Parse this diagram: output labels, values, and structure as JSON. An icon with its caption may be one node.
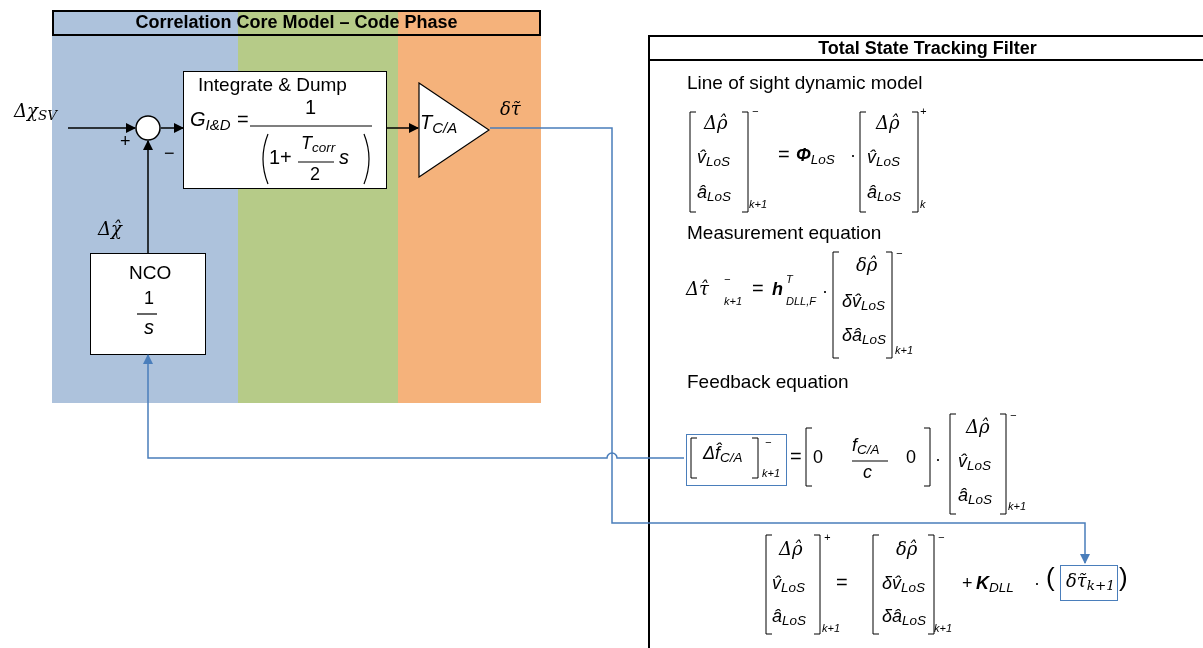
{
  "diagram": {
    "nodes": [
      {
        "text": [
          "Correlation Core Model – Code Phase"
        ]
      },
      {
        "text": [
          "Δχ$_{SV}$"
        ]
      },
      {
        "text": [],
        "shape": "circle",
        "in": 0
      },
      {
        "text": [
          "Integrate & Dump",
          "G$_{I&D}$",
          "=",
          "1",
          "1+",
          "T$_{corr}$",
          "2",
          "s"
        ],
        "in": 0
      },
      {
        "text": [
          "T$_{C/A}$"
        ],
        "in": 0
      },
      {
        "text": [
          "NCO",
          "1",
          "s"
        ],
        "in": 0
      },
      {
        "text": [
          "Total State Tracking Filter"
        ]
      },
      {
        "text": [
          "Δf̂$_{C/A}$",
          "−",
          "k+1"
        ],
        "in": 6
      },
      {
        "text": [
          "δτ̃$_{k+1}$"
        ],
        "in": 6
      }
    ],
    "edges": [
      {
        "from": 1,
        "to": 2,
        "arrow": "to"
      },
      {
        "from": 2,
        "to": 3,
        "arrow": "to"
      },
      {
        "from": 3,
        "to": 4,
        "arrow": "to"
      },
      {
        "from": 5,
        "to": 2,
        "arrow": "to",
        "label": "Δχ̂"
      },
      {
        "from": 4,
        "to": 8,
        "arrow": "to",
        "label": "δτ̃",
        "color": "#4a7ebb"
      },
      {
        "from": 7,
        "to": 5,
        "arrow": "to",
        "color": "#4a7ebb"
      }
    ],
    "labels": [
      "+",
      "−",
      "Line of sight dynamic model",
      "Δρ̂",
      "v̂$_{LoS}$",
      "â$_{LoS}$",
      "−",
      "k+1",
      "=",
      "**Φ**$_{LoS}$",
      "·",
      "Δρ̂",
      "v̂$_{LoS}$",
      "â$_{LoS}$",
      "+",
      "k",
      "Measurement equation",
      "Δτ̂",
      "−",
      "k+1",
      "=",
      "**h**",
      "T",
      "DLL,F",
      "·",
      "δρ̂",
      "δv̂$_{LoS}$",
      "δâ$_{LoS}$",
      "−",
      "k+1",
      "Feedback equation",
      "=",
      "0",
      "f$_{C/A}$",
      "c",
      "0",
      "·",
      "Δρ̂",
      "v̂$_{LoS}$",
      "â$_{LoS}$",
      "−",
      "k+1",
      "Δρ̂",
      "v̂$_{LoS}$",
      "â$_{LoS}$",
      "+",
      "k+1",
      "=",
      "δρ̂",
      "δv̂$_{LoS}$",
      "δâ$_{LoS}$",
      "−",
      "k+1",
      "+",
      "**K**$_{DLL}$",
      "·",
      "(",
      ")"
    ]
  }
}
